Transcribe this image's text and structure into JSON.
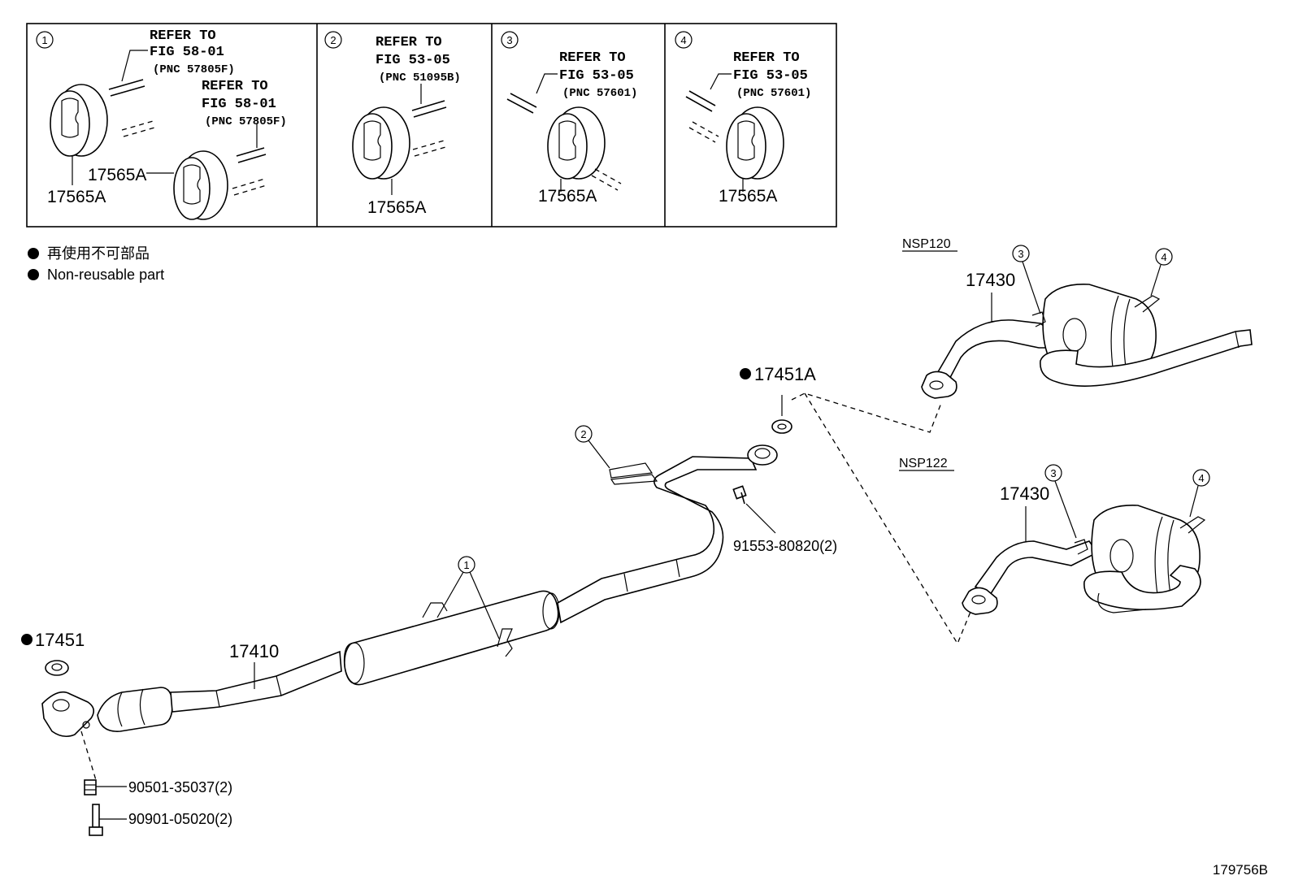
{
  "boxes": [
    {
      "num": "1",
      "refs": [
        {
          "l1": "REFER TO",
          "l2": "FIG 58-01",
          "l3": "(PNC 57805F)"
        },
        {
          "l1": "REFER TO",
          "l2": "FIG 58-01",
          "l3": "(PNC 57805F)"
        }
      ],
      "parts": [
        "17565A",
        "17565A"
      ]
    },
    {
      "num": "2",
      "refs": [
        {
          "l1": "REFER TO",
          "l2": "FIG 53-05",
          "l3": "(PNC 51095B)"
        }
      ],
      "parts": [
        "17565A"
      ]
    },
    {
      "num": "3",
      "refs": [
        {
          "l1": "REFER TO",
          "l2": "FIG 53-05",
          "l3": "(PNC 57601)"
        }
      ],
      "parts": [
        "17565A"
      ]
    },
    {
      "num": "4",
      "refs": [
        {
          "l1": "REFER TO",
          "l2": "FIG 53-05",
          "l3": "(PNC 57601)"
        }
      ],
      "parts": [
        "17565A"
      ]
    }
  ],
  "legend": {
    "line1": "再使用不可部品",
    "line2": "Non-reusable part"
  },
  "variants": {
    "a": "NSP120",
    "b": "NSP122"
  },
  "parts": {
    "p17451": "17451",
    "p17451a": "17451A",
    "p17410": "17410",
    "p17430a": "17430",
    "p17430b": "17430",
    "p91553": "91553-80820(2)",
    "p90501": "90501-35037(2)",
    "p90901": "90901-05020(2)"
  },
  "callouts": {
    "c1": "1",
    "c2": "2",
    "c3a": "3",
    "c4a": "4",
    "c3b": "3",
    "c4b": "4"
  },
  "figure_id": "179756B"
}
